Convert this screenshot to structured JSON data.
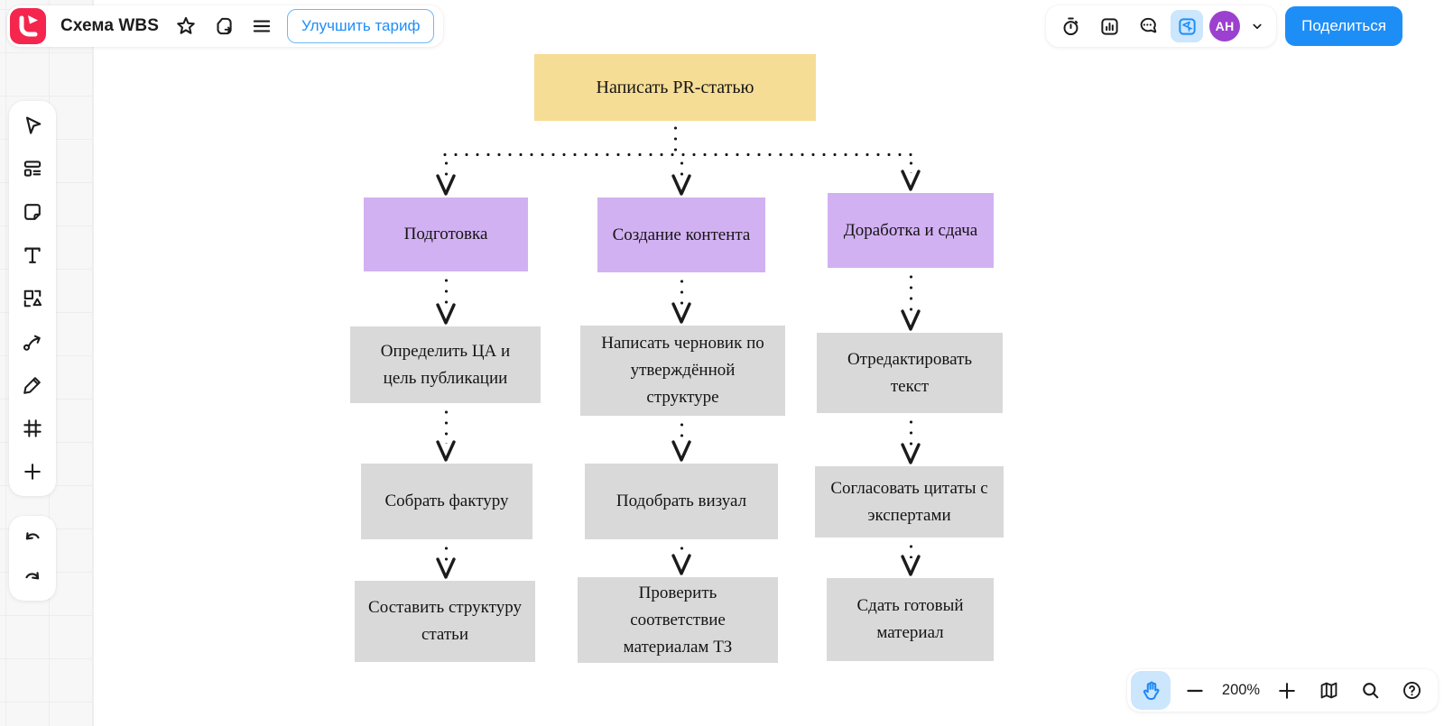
{
  "header": {
    "title": "Схема WBS",
    "upgrade_label": "Улучшить тариф",
    "share_label": "Поделиться",
    "avatar_initials": "АН",
    "left_icons": [
      {
        "name": "favorite-button",
        "icon": "star-icon"
      },
      {
        "name": "duplicate-button",
        "icon": "duplicate-icon"
      },
      {
        "name": "menu-button",
        "icon": "menu-icon"
      }
    ],
    "right_icons": [
      {
        "name": "timer-button",
        "icon": "timer-icon",
        "active": false
      },
      {
        "name": "stats-button",
        "icon": "chart-icon",
        "active": false
      },
      {
        "name": "comments-button",
        "icon": "comments-icon",
        "active": false
      },
      {
        "name": "present-button",
        "icon": "present-icon",
        "active": true
      }
    ]
  },
  "sidebar": {
    "tools": [
      {
        "name": "select-tool",
        "icon": "cursor-icon"
      },
      {
        "name": "templates-tool",
        "icon": "templates-icon"
      },
      {
        "name": "sticky-note-tool",
        "icon": "sticky-note-icon"
      },
      {
        "name": "text-tool",
        "icon": "text-icon"
      },
      {
        "name": "shapes-tool",
        "icon": "shapes-icon"
      },
      {
        "name": "connector-tool",
        "icon": "connector-icon"
      },
      {
        "name": "pencil-tool",
        "icon": "pencil-icon"
      },
      {
        "name": "frame-tool",
        "icon": "frame-icon"
      },
      {
        "name": "add-tool",
        "icon": "plus-icon"
      }
    ],
    "history": [
      {
        "name": "undo-button",
        "icon": "undo-icon"
      },
      {
        "name": "redo-button",
        "icon": "redo-icon"
      }
    ]
  },
  "zoom_controls": {
    "zoom_level": "200%",
    "items": [
      {
        "name": "pan-tool",
        "icon": "hand-icon",
        "active": true
      },
      {
        "name": "zoom-out-button",
        "icon": "minus-icon"
      },
      {
        "name": "zoom-level-label",
        "label_key": "zoom_level"
      },
      {
        "name": "zoom-in-button",
        "icon": "plus-icon"
      },
      {
        "name": "minimap-button",
        "icon": "map-icon"
      },
      {
        "name": "search-button",
        "icon": "search-icon"
      },
      {
        "name": "help-button",
        "icon": "help-icon"
      }
    ]
  },
  "diagram": {
    "root": {
      "label": "Написать PR-статью"
    },
    "phases": [
      {
        "label": "Подготовка",
        "tasks": [
          "Определить ЦА и цель публикации",
          "Собрать фактуру",
          "Составить структуру статьи"
        ]
      },
      {
        "label": "Создание контента",
        "tasks": [
          "Написать черновик по утверждённой структуре",
          "Подобрать визуал",
          "Проверить соответствие материалам ТЗ"
        ]
      },
      {
        "label": "Доработка и сдача",
        "tasks": [
          "Отредактировать текст",
          "Согласовать цитаты с экспертами",
          "Сдать готовый материал"
        ]
      }
    ],
    "colors": {
      "root": "#F6DD95",
      "phase": "#D2B1F2",
      "task": "#D9D9D9",
      "line": "#1B1B1B"
    }
  },
  "colors": {
    "accent_blue": "#1E8EF7",
    "accent_blue_light": "#CBE6FD",
    "logo_red": "#F4264E",
    "avatar_purple": "#9C41CF"
  }
}
